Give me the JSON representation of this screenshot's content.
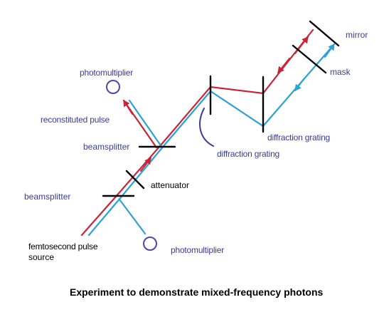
{
  "labels": {
    "mirror": "mirror",
    "mask": "mask",
    "photomultiplier_top": "photomultiplier",
    "reconstituted_pulse": "reconstituted pulse",
    "beamsplitter_upper": "beamsplitter",
    "diffraction_grating_lower": "diffraction grating",
    "diffraction_grating_right": "diffraction grating",
    "attenuator": "attenuator",
    "beamsplitter_lower": "beamsplitter",
    "source_line1": "femtosecond pulse",
    "source_line2": "source",
    "photomultiplier_bottom": "photomultiplier"
  },
  "caption": "Experiment to demonstrate mixed-frequency photons",
  "colors": {
    "red_beam": "#c8243a",
    "blue_beam": "#2aa3d2",
    "label_blue": "#3b3b9a",
    "label_dark": "#000000",
    "detector": "#4a4aa8",
    "optics": "#000000"
  }
}
